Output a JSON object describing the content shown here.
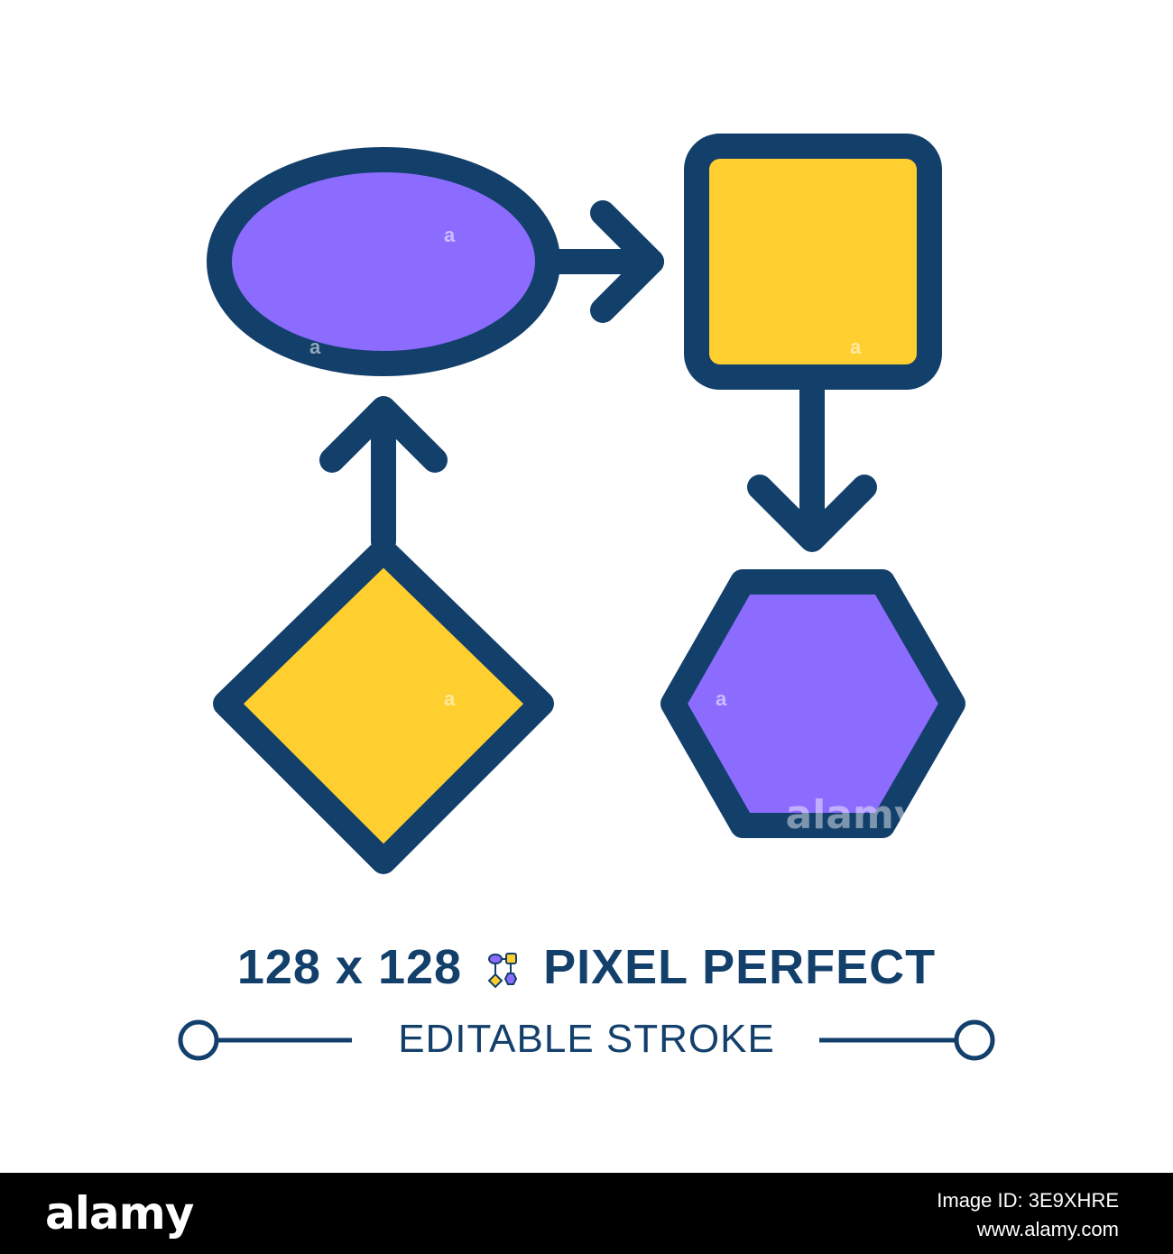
{
  "diagram": {
    "stroke_color": "#133f6b",
    "purple_fill": "#8c6cfe",
    "yellow_fill": "#ffce2f",
    "shapes": [
      "ellipse",
      "rounded-square",
      "hexagon",
      "diamond"
    ],
    "arrows": [
      "ellipse-to-square",
      "square-to-hexagon",
      "diamond-to-ellipse"
    ]
  },
  "caption": {
    "title_left": "128 x 128",
    "title_right": "PIXEL PERFECT",
    "subtitle": "EDITABLE STROKE"
  },
  "watermark": "alamy",
  "footer": {
    "brand": "alamy",
    "image_id": "Image ID: 3E9XHRE",
    "site": "www.alamy.com"
  }
}
